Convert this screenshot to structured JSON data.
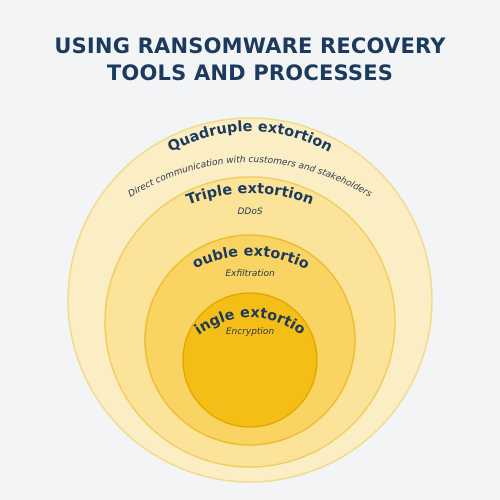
{
  "title": {
    "line1": "USING RANSOMWARE RECOVERY",
    "line2": "TOOLS AND PROCESSES"
  },
  "rings": [
    {
      "label": "Quadruple extortion",
      "sublabel": "Direct communication with customers and stakeholders",
      "color": "#fbeec4",
      "stroke": "#f1d98a"
    },
    {
      "label": "Triple extortion",
      "sublabel": "DDoS",
      "color": "#fbe39a",
      "stroke": "#f0cc5f"
    },
    {
      "label": "Double extortion",
      "sublabel": "Exfiltration",
      "color": "#f9d462",
      "stroke": "#ecbc32"
    },
    {
      "label": "Single extortion",
      "sublabel": "Encryption",
      "color": "#f5be16",
      "stroke": "#e0a800"
    }
  ],
  "colors": {
    "background": "#f3f4f6",
    "title_text": "#1c3a5c"
  }
}
